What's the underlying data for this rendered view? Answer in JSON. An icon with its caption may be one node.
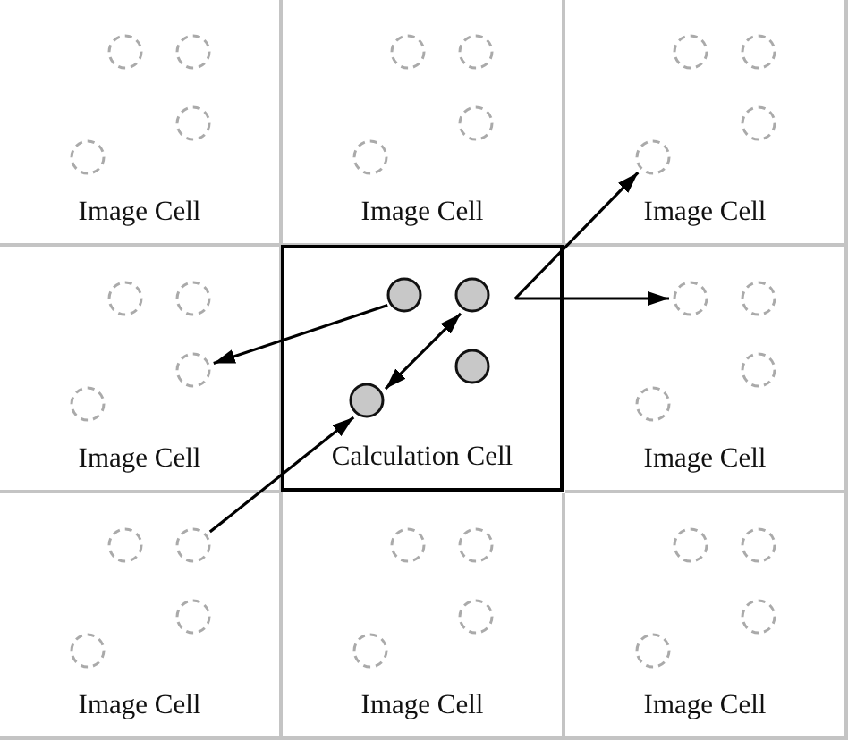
{
  "diagram": {
    "nodes": [
      {
        "text": [
          "Image Cell"
        ]
      },
      {
        "text": [
          "Image Cell"
        ]
      },
      {
        "text": [
          "Image Cell"
        ]
      },
      {
        "text": [
          "Image Cell"
        ]
      },
      {
        "text": [
          "Calculation Cell"
        ]
      },
      {
        "text": [
          "Image Cell"
        ]
      },
      {
        "text": [
          "Image Cell"
        ]
      },
      {
        "text": [
          "Image Cell"
        ]
      },
      {
        "text": [
          "Image Cell"
        ]
      },
      {
        "text": [],
        "shape": "circle",
        "in": 0
      },
      {
        "text": [],
        "shape": "circle",
        "in": 0
      },
      {
        "text": [],
        "shape": "circle",
        "in": 0
      },
      {
        "text": [],
        "shape": "circle",
        "in": 0
      },
      {
        "text": [],
        "shape": "circle",
        "in": 1
      },
      {
        "text": [],
        "shape": "circle",
        "in": 1
      },
      {
        "text": [],
        "shape": "circle",
        "in": 1
      },
      {
        "text": [],
        "shape": "circle",
        "in": 1
      },
      {
        "text": [],
        "shape": "circle",
        "in": 2
      },
      {
        "text": [],
        "shape": "circle",
        "in": 2
      },
      {
        "text": [],
        "shape": "circle",
        "in": 2
      },
      {
        "text": [],
        "shape": "circle",
        "in": 2
      },
      {
        "text": [],
        "shape": "circle",
        "in": 3
      },
      {
        "text": [],
        "shape": "circle",
        "in": 3
      },
      {
        "text": [],
        "shape": "circle",
        "in": 3
      },
      {
        "text": [],
        "shape": "circle",
        "in": 3
      },
      {
        "text": [],
        "shape": "circle",
        "in": 4
      },
      {
        "text": [],
        "shape": "circle",
        "in": 4
      },
      {
        "text": [],
        "shape": "circle",
        "in": 4
      },
      {
        "text": [],
        "shape": "circle",
        "in": 4
      },
      {
        "text": [],
        "shape": "circle",
        "in": 5
      },
      {
        "text": [],
        "shape": "circle",
        "in": 5
      },
      {
        "text": [],
        "shape": "circle",
        "in": 5
      },
      {
        "text": [],
        "shape": "circle",
        "in": 5
      },
      {
        "text": [],
        "shape": "circle",
        "in": 6
      },
      {
        "text": [],
        "shape": "circle",
        "in": 6
      },
      {
        "text": [],
        "shape": "circle",
        "in": 6
      },
      {
        "text": [],
        "shape": "circle",
        "in": 6
      },
      {
        "text": [],
        "shape": "circle",
        "in": 7
      },
      {
        "text": [],
        "shape": "circle",
        "in": 7
      },
      {
        "text": [],
        "shape": "circle",
        "in": 7
      },
      {
        "text": [],
        "shape": "circle",
        "in": 7
      },
      {
        "text": [],
        "shape": "circle",
        "in": 8
      },
      {
        "text": [],
        "shape": "circle",
        "in": 8
      },
      {
        "text": [],
        "shape": "circle",
        "in": 8
      },
      {
        "text": [],
        "shape": "circle",
        "in": 8
      }
    ],
    "edges": [
      {
        "from": 25,
        "to": 23,
        "arrow": "to"
      },
      {
        "from": 26,
        "to": 28,
        "arrow": "both"
      },
      {
        "from": 34,
        "to": 28,
        "arrow": "to"
      },
      {
        "from": null,
        "to": 20,
        "arrow": "to"
      },
      {
        "from": null,
        "to": 29,
        "arrow": "to"
      }
    ]
  }
}
